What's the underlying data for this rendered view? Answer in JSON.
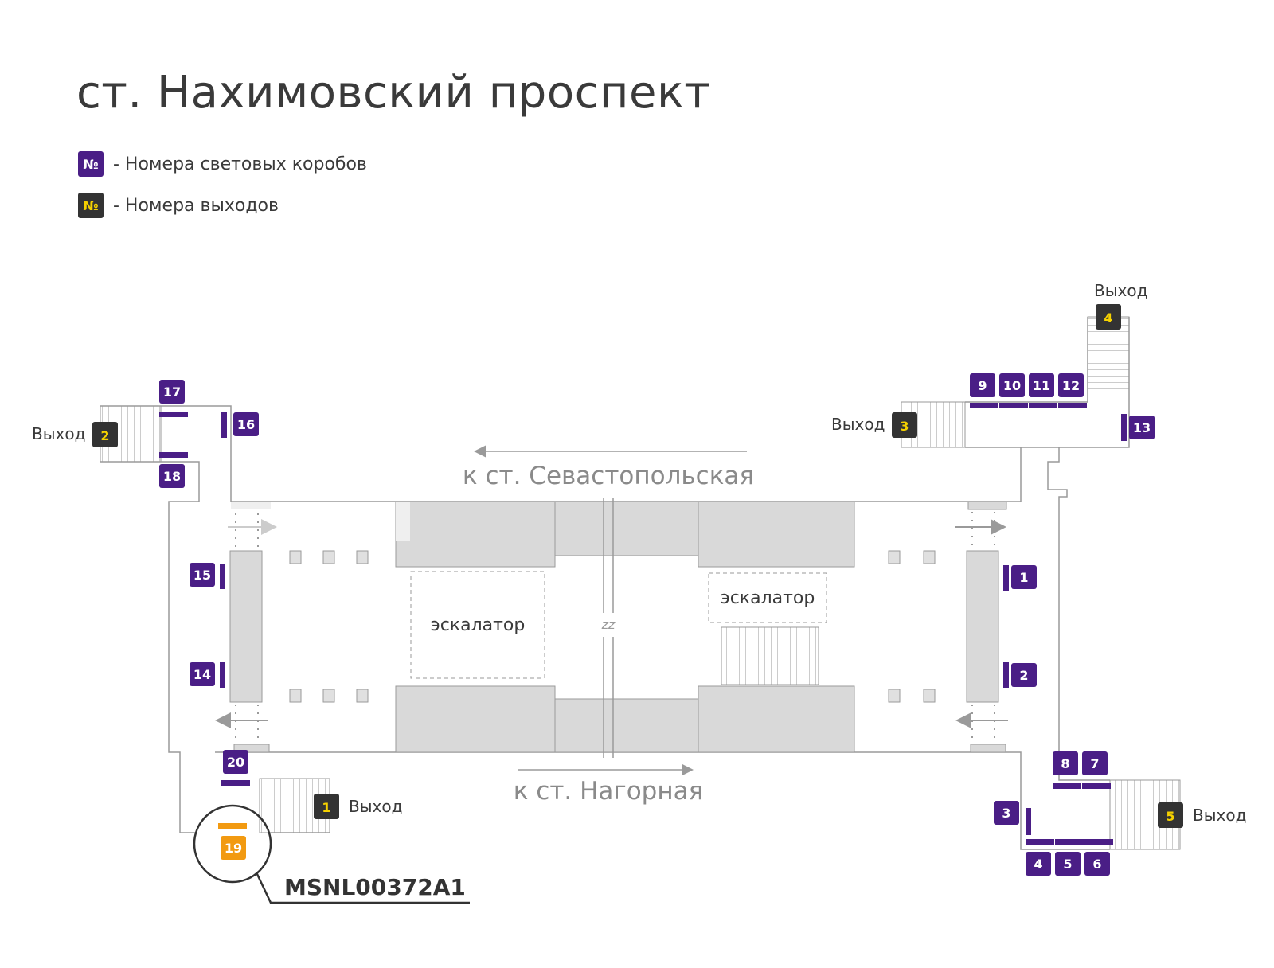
{
  "title": "ст. Нахимовский проспект",
  "legend": {
    "symbol": "№",
    "lightbox_label": "- Номера световых коробов",
    "exit_label": "- Номера выходов"
  },
  "colors": {
    "lightbox": "#4a1e86",
    "exit": "#333333",
    "exit_text": "#f5d100",
    "highlight": "#f29a11",
    "block": "#d9d9d9",
    "line": "#9a9a9a"
  },
  "exit_word": "Выход",
  "directions": {
    "top": "к ст. Севастопольская",
    "bottom": "к ст. Нагорная"
  },
  "escalator_label": "эскалатор",
  "escalator_label_2": "эскалатор",
  "break_mark": "zz",
  "highlight_code": "MSNL00372A1",
  "exits": {
    "e1": "1",
    "e2": "2",
    "e3": "3",
    "e4": "4",
    "e5": "5"
  },
  "lightboxes": {
    "b1": "1",
    "b2": "2",
    "b3": "3",
    "b4": "4",
    "b5": "5",
    "b6": "6",
    "b7": "7",
    "b8": "8",
    "b9": "9",
    "b10": "10",
    "b11": "11",
    "b12": "12",
    "b13": "13",
    "b14": "14",
    "b15": "15",
    "b16": "16",
    "b17": "17",
    "b18": "18",
    "b20": "20"
  },
  "highlighted_box": "19"
}
